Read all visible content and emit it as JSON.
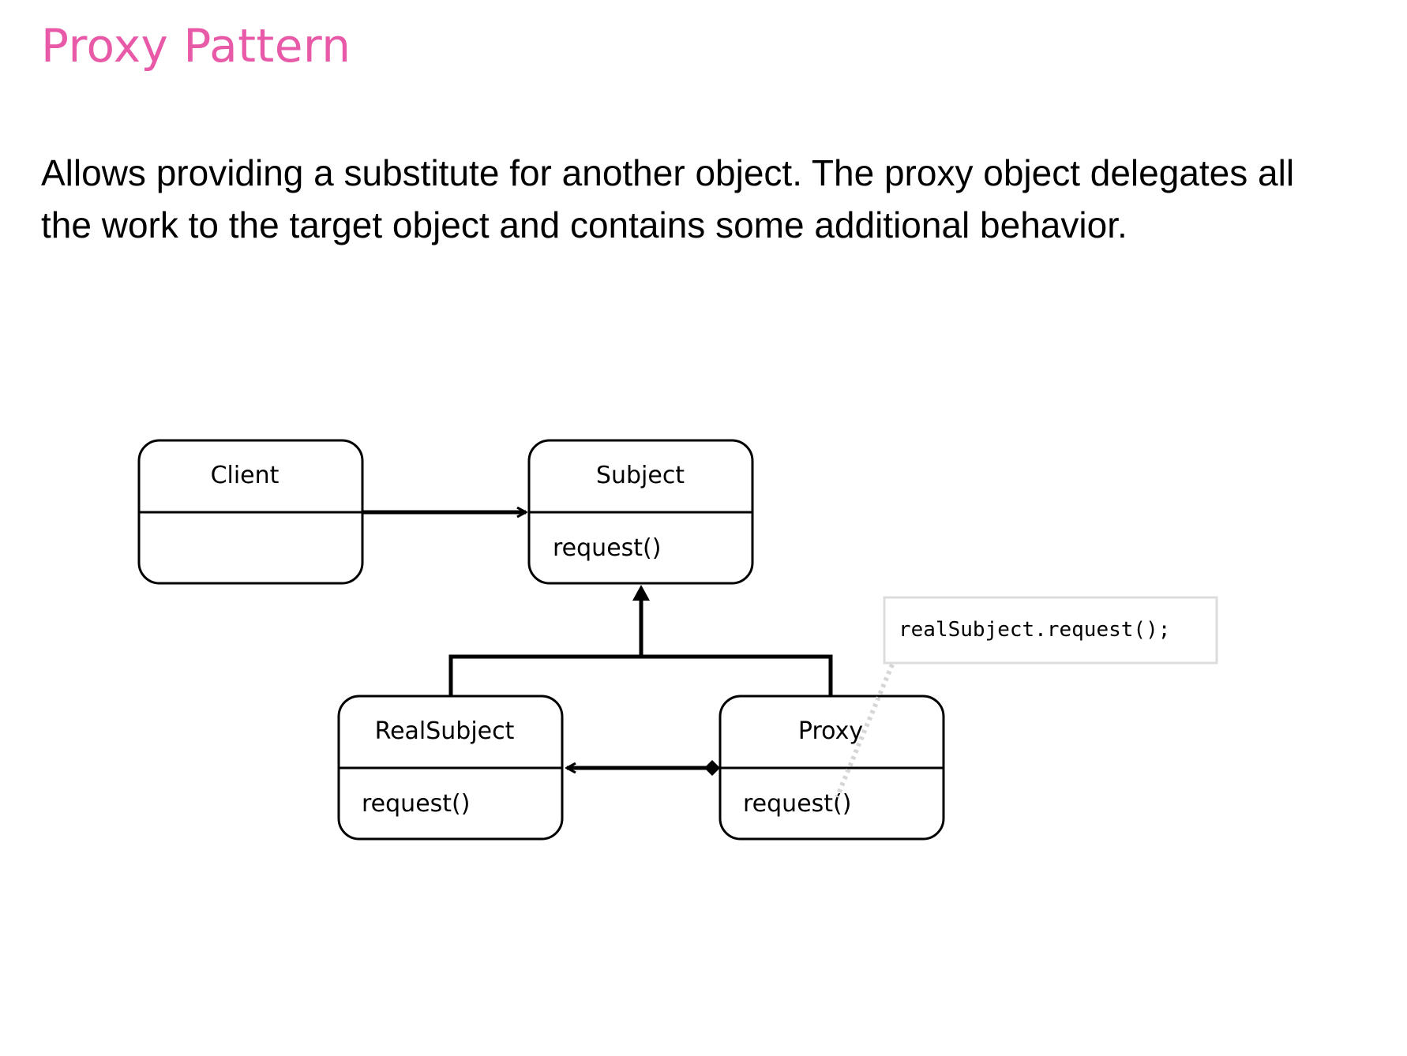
{
  "title": "Proxy Pattern",
  "description": "Allows providing a substitute for another object. The proxy object delegates all the work to the target object and contains some additional behavior.",
  "diagram": {
    "classes": {
      "client": {
        "name": "Client",
        "method": ""
      },
      "subject": {
        "name": "Subject",
        "method": "request()"
      },
      "real_subject": {
        "name": "RealSubject",
        "method": "request()"
      },
      "proxy": {
        "name": "Proxy",
        "method": "request()"
      }
    },
    "note": "realSubject.request();"
  }
}
